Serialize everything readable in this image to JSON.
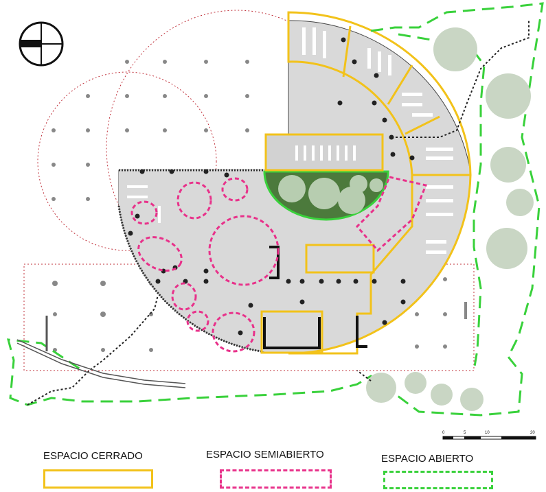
{
  "legend": {
    "closed": {
      "label": "ESPACIO CERRADO",
      "color": "#f2c21a"
    },
    "semi_open": {
      "label": "ESPACIO SEMIABIERTO",
      "color": "#e8318a"
    },
    "open": {
      "label": "ESPACIO ABIERTO",
      "color": "#39d13b"
    }
  },
  "scale_bar": {
    "ticks": [
      "0",
      "5",
      "10",
      "20"
    ]
  },
  "colors": {
    "floor": "#d9d9d9",
    "tree": "#c9d6c4",
    "column": "#222222",
    "site_column": "#888888",
    "site_outline": "#c0303a",
    "path": "#222222"
  },
  "icons": {
    "north_arrow": "north-arrow-icon"
  }
}
